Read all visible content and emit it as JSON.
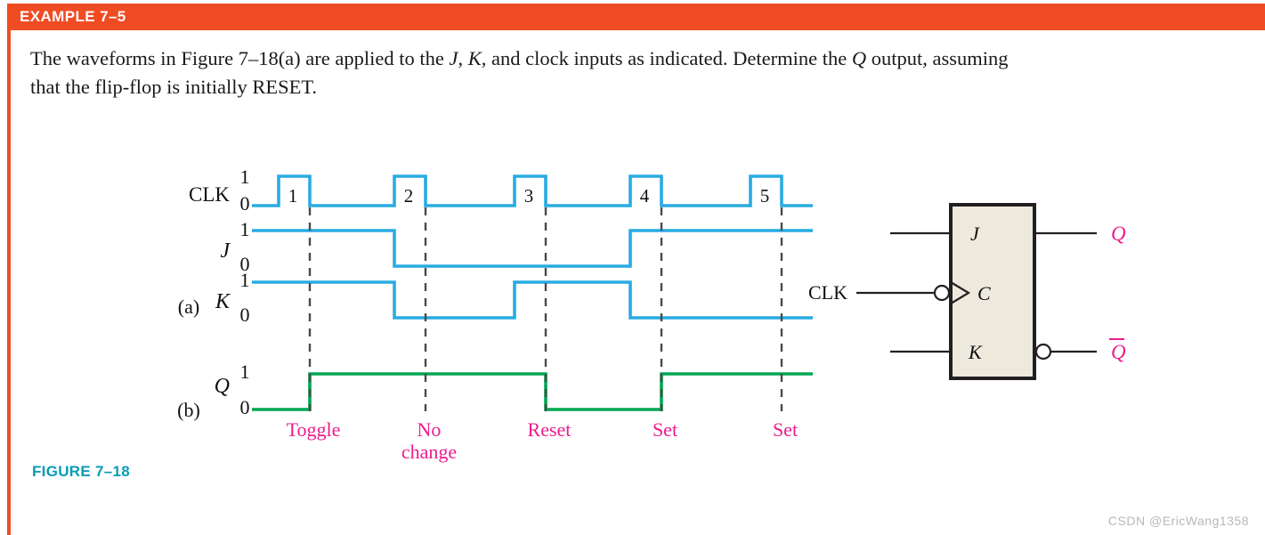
{
  "example": {
    "label": "EXAMPLE 7–5"
  },
  "problem": {
    "line1_a": "The waveforms in Figure 7–18(a) are applied to the ",
    "line1_j": "J",
    "line1_b": ", ",
    "line1_k": "K",
    "line1_c": ", and clock inputs as indicated. Determine the ",
    "line1_q": "Q",
    "line1_d": " output, assuming",
    "line2": "that the flip-flop is initially RESET."
  },
  "figure": {
    "caption": "FIGURE 7–18",
    "part_a_label": "(a)",
    "part_b_label": "(b)"
  },
  "timing": {
    "row_labels": {
      "clk": "CLK",
      "j": "J",
      "k": "K",
      "q": "Q"
    },
    "level_high": "1",
    "level_low": "0",
    "pulse_numbers": [
      "1",
      "2",
      "3",
      "4",
      "5"
    ],
    "annotations": [
      {
        "text": "Toggle",
        "line2": ""
      },
      {
        "text": "No",
        "line2": "change"
      },
      {
        "text": "Reset",
        "line2": ""
      },
      {
        "text": "Set",
        "line2": ""
      },
      {
        "text": "Set",
        "line2": ""
      }
    ]
  },
  "flipflop": {
    "input_j": "J",
    "input_c": "C",
    "input_k": "K",
    "output_q": "Q",
    "output_qbar": "Q",
    "clk_label": "CLK"
  },
  "watermark": {
    "text": "CSDN @EricWang1358"
  },
  "colors": {
    "header_orange": "#F04C23",
    "caption_teal": "#0B9BB5",
    "waveform_blue": "#29ABE2",
    "waveform_green": "#00A651",
    "annotation_magenta": "#EC1C8E",
    "dashed_gray": "#4a4a4a",
    "box_fill": "#EDE9DD"
  },
  "chart_data": {
    "type": "line",
    "title": "JK flip-flop timing diagram (negative edge-triggered)",
    "xlabel": "",
    "ylabel": "",
    "ylim": [
      0,
      1
    ],
    "grid": false,
    "legend": "none",
    "x_axis_note": "time, arbitrary units 0..100; clock pulse n spans the intervals listed below",
    "clock_pulses": [
      {
        "number": "1",
        "rise": 11,
        "fall": 16
      },
      {
        "number": "2",
        "rise": 32,
        "fall": 37
      },
      {
        "number": "3",
        "rise": 53,
        "fall": 58
      },
      {
        "number": "4",
        "rise": 74,
        "fall": 79
      },
      {
        "number": "5",
        "rise": 95,
        "fall": 100
      }
    ],
    "series": [
      {
        "name": "CLK",
        "color": "#29ABE2",
        "levels": [
          0,
          1,
          0,
          1,
          0,
          1,
          0,
          1,
          0,
          1,
          0
        ],
        "transitions": [
          11,
          16,
          32,
          37,
          53,
          58,
          74,
          79,
          95,
          100
        ]
      },
      {
        "name": "J",
        "color": "#29ABE2",
        "levels": [
          1,
          0,
          1
        ],
        "transitions": [
          32,
          74
        ]
      },
      {
        "name": "K",
        "color": "#29ABE2",
        "levels": [
          1,
          0,
          1,
          0
        ],
        "transitions": [
          32,
          53,
          74
        ]
      },
      {
        "name": "Q",
        "color": "#00A651",
        "levels": [
          0,
          1,
          0,
          1
        ],
        "transitions": [
          16,
          58,
          79
        ]
      }
    ],
    "annotations": [
      {
        "x": 16,
        "label": "Toggle"
      },
      {
        "x": 37,
        "label": "No change"
      },
      {
        "x": 58,
        "label": "Reset"
      },
      {
        "x": 79,
        "label": "Set"
      },
      {
        "x": 100,
        "label": "Set"
      }
    ]
  }
}
